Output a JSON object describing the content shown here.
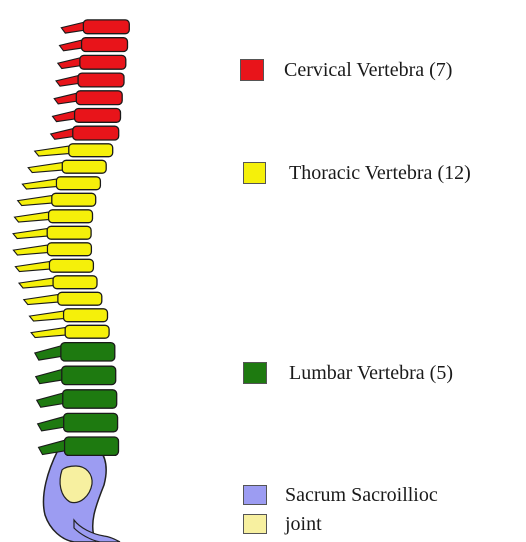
{
  "legend": {
    "cervical": {
      "label": "Cervical Vertebra (7)",
      "color": "#e8141a"
    },
    "thoracic": {
      "label": "Thoracic Vertebra (12)",
      "color": "#f5f00a"
    },
    "lumbar": {
      "label": "Lumbar Vertebra (5)",
      "color": "#1e7a10"
    },
    "sacrum": {
      "label": "Sacrum Sacroillioc",
      "color": "#9c9cf2"
    },
    "joint": {
      "label": "joint",
      "color": "#f7f0a0"
    }
  },
  "spine": {
    "cervical_count": 7,
    "thoracic_count": 12,
    "lumbar_count": 5
  }
}
